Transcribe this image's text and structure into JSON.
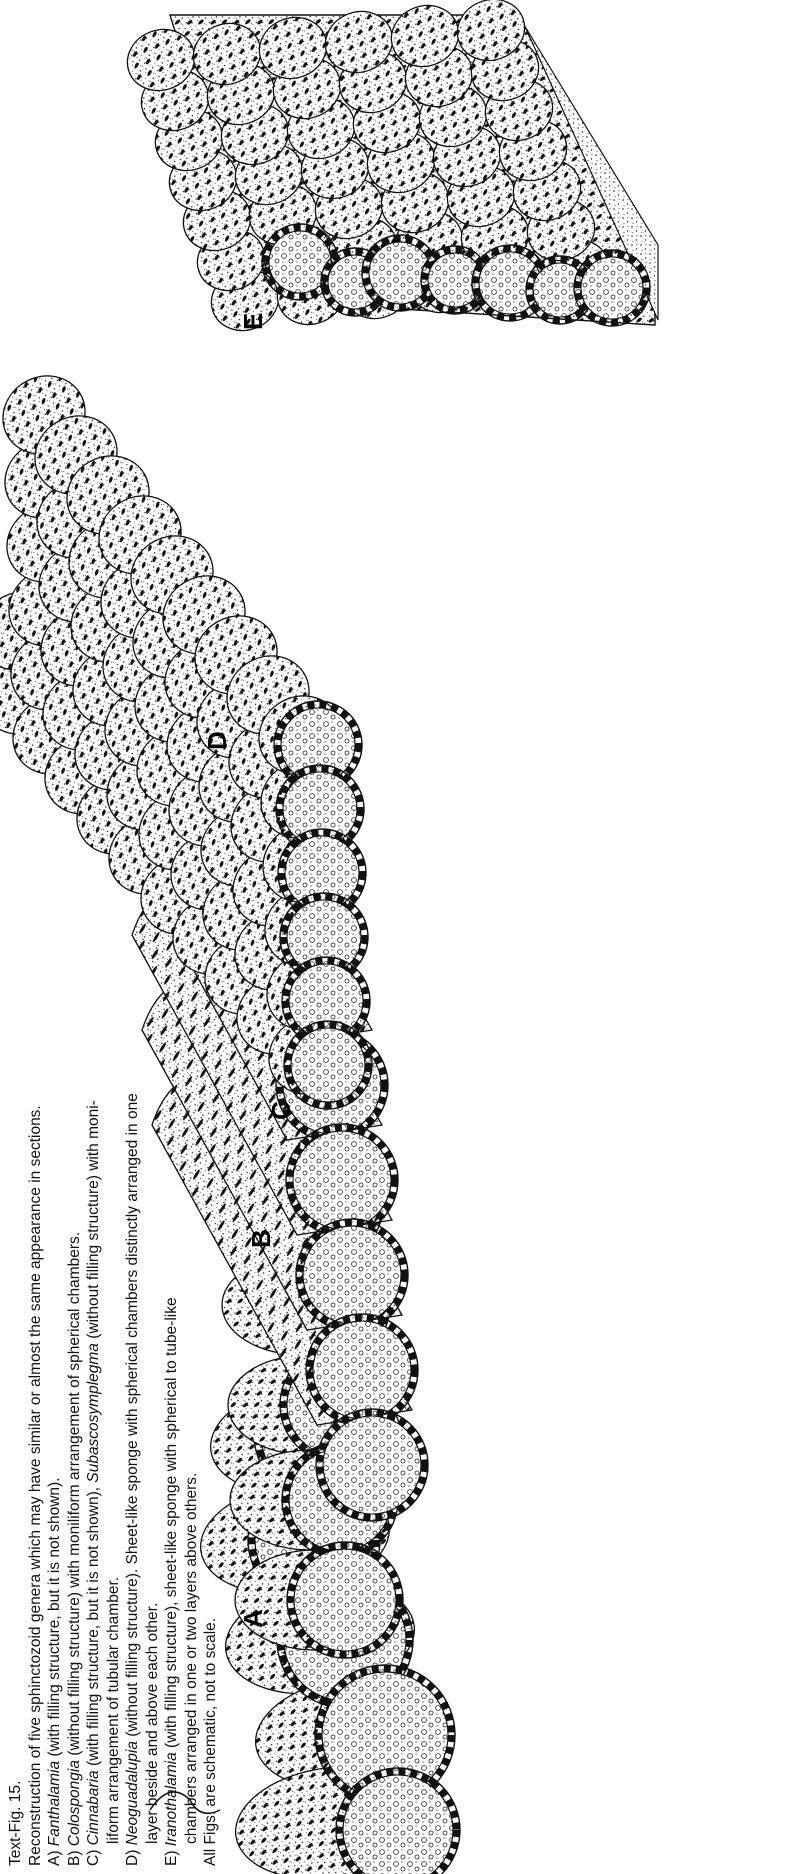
{
  "caption": {
    "title": "Text-Fig. 15.",
    "intro": "Reconstruction of five sphinctozoid genera which may have similar or almost the same appearance in sections.",
    "items": [
      {
        "letter": "A)",
        "genus": "Fanthalamia",
        "desc": " (with filling structure, but it is not shown)."
      },
      {
        "letter": "B)",
        "genus": "Colospongia",
        "desc": " (without filling structure) with moniliform arrangement of spherical chambers."
      },
      {
        "letter": "C)",
        "genus": "Cinnabaria",
        "desc": " (with filling structure, but it is not shown), ",
        "genus2": "Subascosymplegma",
        "desc2": " (without filling structure) with moni-",
        "cont": "liform arrangement of tubular chamber."
      },
      {
        "letter": "D)",
        "genus": "Neoguadalupia",
        "desc": " (without filling structure). Sheet-like sponge with spherical chambers distinctly arranged in one",
        "cont": "layer beside and above each other."
      },
      {
        "letter": "E)",
        "genus": "Iranothalamia",
        "desc": " (with filling structure), sheet-like sponge with spherical to tube-like",
        "cont": "chambers arranged in one or two layers above others."
      }
    ],
    "note": "All Figs. are schematic, not to scale."
  },
  "figure_labels": {
    "a": "A",
    "b": "B",
    "c": "C",
    "d": "D",
    "e": "E"
  },
  "colors": {
    "ink": "#111111",
    "paper": "#ffffff"
  }
}
